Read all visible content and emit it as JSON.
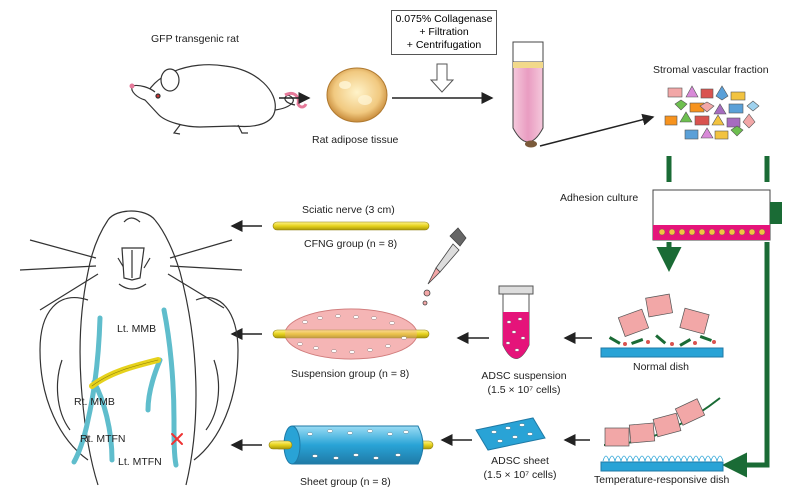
{
  "labels": {
    "gfp_rat": "GFP transgenic rat",
    "adipose": "Rat adipose tissue",
    "process_line1": "0.075% Collagenase",
    "process_line2": "+ Filtration",
    "process_line3": "+ Centrifugation",
    "svf": "Stromal vascular fraction",
    "adhesion": "Adhesion culture",
    "normal_dish": "Normal dish",
    "temp_dish": "Temperature-responsive dish",
    "adsc_suspension": "ADSC suspension",
    "adsc_suspension_cells": "(1.5 × 10⁷ cells)",
    "adsc_sheet": "ADSC sheet",
    "adsc_sheet_cells": "(1.5 × 10⁷ cells)",
    "sciatic": "Sciatic nerve (3 cm)",
    "cfng": "CFNG group (n = 8)",
    "suspension_group": "Suspension group (n = 8)",
    "sheet_group": "Sheet group (n = 8)",
    "lt_mmb": "Lt. MMB",
    "rt_mmb": "Rt. MMB",
    "rt_mtfn": "Rt. MTFN",
    "lt_mtfn": "Lt. MTFN"
  },
  "colors": {
    "arrow_green": "#1a6b35",
    "nerve_yellow": "#e6d21c",
    "sheet_blue": "#29a3d6",
    "cell_pink": "#f3a7a7",
    "tube_pink": "#e889b6",
    "nerve_cyan": "#5fbdcc"
  }
}
